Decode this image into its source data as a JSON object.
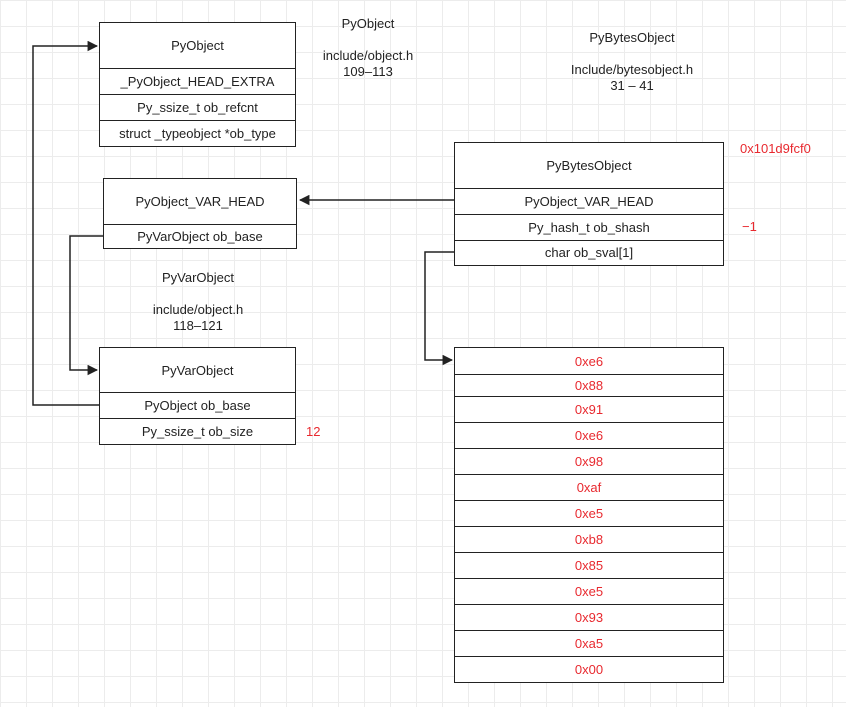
{
  "pyobject_box": {
    "title": "PyObject",
    "rows": [
      "_PyObject_HEAD_EXTRA",
      "Py_ssize_t ob_refcnt",
      "struct _typeobject *ob_type"
    ]
  },
  "pyobject_note": {
    "name": "PyObject",
    "file": "include/object.h",
    "lines": "109–113"
  },
  "bytes_note": {
    "name": "PyBytesObject",
    "file": "Include/bytesobject.h",
    "lines": "31 – 41"
  },
  "var_head_box": {
    "title": "PyObject_VAR_HEAD",
    "rows": [
      "PyVarObject ob_base"
    ]
  },
  "varobject_note": {
    "name": "PyVarObject",
    "file": "include/object.h",
    "lines": "118–121"
  },
  "pyvarobject_box": {
    "title": "PyVarObject",
    "rows": [
      "PyObject ob_base",
      "Py_ssize_t ob_size"
    ]
  },
  "ob_size_value": "12",
  "bytes_box": {
    "title": "PyBytesObject",
    "rows": [
      "PyObject_VAR_HEAD",
      "Py_hash_t ob_shash",
      "char ob_sval[1]"
    ]
  },
  "address": "0x101d9fcf0",
  "shash_value": "−1",
  "byte_cells": [
    "0xe6",
    "0x88",
    "0x91",
    "0xe6",
    "0x98",
    "0xaf",
    "0xe5",
    "0xb8",
    "0x85",
    "0xe5",
    "0x93",
    "0xa5",
    "0x00"
  ],
  "colors": {
    "line": "#222222",
    "value": "#e8292f",
    "grid": "#ececec"
  }
}
